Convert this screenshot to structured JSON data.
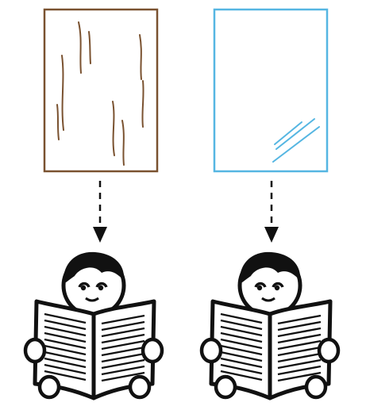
{
  "panels": [
    {
      "id": "wood",
      "material": "wood",
      "icon": "wood-panel-icon",
      "border_color": "#7a5230",
      "grain_color": "#7a5230",
      "fill_color": "#ffffff"
    },
    {
      "id": "glass",
      "material": "glass",
      "icon": "glass-panel-icon",
      "border_color": "#55b6e2",
      "reflection_color": "#55b6e2",
      "fill_color": "#ffffff"
    }
  ],
  "arrows": {
    "style": "dashed",
    "color": "#111111"
  },
  "readers": [
    {
      "id": "left-reader",
      "icon": "reader-with-newspaper-icon",
      "glance": "left"
    },
    {
      "id": "right-reader",
      "icon": "reader-with-newspaper-icon",
      "glance": "left"
    }
  ]
}
